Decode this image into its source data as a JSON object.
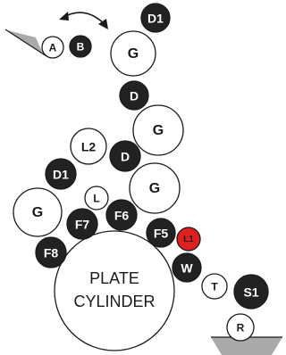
{
  "diagram": {
    "colors": {
      "dark_roller": "#222222",
      "light_roller": "#ffffff",
      "accent_roller": "#e02020",
      "outline": "#1a1a1a",
      "tray_fill": "#aaaaaa"
    },
    "rollers": [
      {
        "id": "A",
        "label": "A",
        "style": "light"
      },
      {
        "id": "B",
        "label": "B",
        "style": "dark"
      },
      {
        "id": "D1_top",
        "label": "D1",
        "style": "dark"
      },
      {
        "id": "G_top",
        "label": "G",
        "style": "light"
      },
      {
        "id": "D_upper",
        "label": "D",
        "style": "dark"
      },
      {
        "id": "G_mid",
        "label": "G",
        "style": "light"
      },
      {
        "id": "L2",
        "label": "L2",
        "style": "light"
      },
      {
        "id": "D_lower",
        "label": "D",
        "style": "dark"
      },
      {
        "id": "D1_left",
        "label": "D1",
        "style": "dark"
      },
      {
        "id": "G_lower",
        "label": "G",
        "style": "light"
      },
      {
        "id": "L",
        "label": "L",
        "style": "light"
      },
      {
        "id": "G_left",
        "label": "G",
        "style": "light"
      },
      {
        "id": "F6",
        "label": "F6",
        "style": "dark"
      },
      {
        "id": "F7",
        "label": "F7",
        "style": "dark"
      },
      {
        "id": "F5",
        "label": "F5",
        "style": "dark"
      },
      {
        "id": "L1",
        "label": "L1",
        "style": "accent"
      },
      {
        "id": "F8",
        "label": "F8",
        "style": "dark"
      },
      {
        "id": "W",
        "label": "W",
        "style": "dark"
      },
      {
        "id": "T",
        "label": "T",
        "style": "light"
      },
      {
        "id": "S1",
        "label": "S1",
        "style": "dark"
      },
      {
        "id": "R",
        "label": "R",
        "style": "light"
      }
    ],
    "plate_cylinder": {
      "line1": "PLATE",
      "line2": "CYLINDER"
    }
  }
}
